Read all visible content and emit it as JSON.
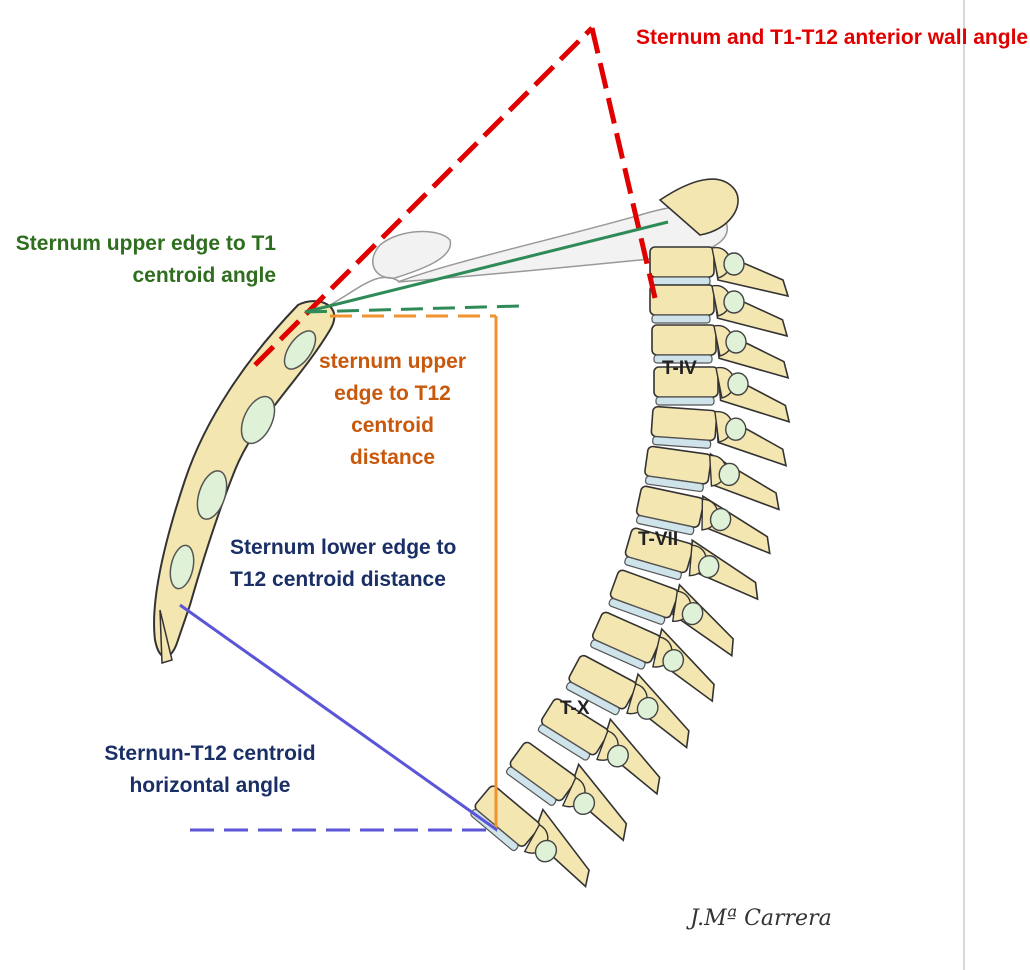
{
  "labels": {
    "anterior_wall_angle": "Sternum and T1-T12 anterior wall angle",
    "upper_edge_t1_angle": "Sternum upper edge to T1 centroid angle",
    "upper_edge_t12_distance": "sternum upper edge to T12 centroid distance",
    "lower_edge_t12_distance": "Sternum lower edge to T12 centroid distance",
    "horizontal_angle": "Sternun-T12 centroid horizontal angle"
  },
  "vertebra_labels": {
    "t4": "T-IV",
    "t7": "T-VII",
    "t10": "T-X"
  },
  "signature": "J.Mª Carrera",
  "colors": {
    "red": "#e00000",
    "green": "#2e8b57",
    "orange": "#f0922e",
    "blue": "#5b55d8",
    "bone": "#f4e6b0",
    "disc": "#cfe3ea",
    "cartilage": "#dff2d8"
  }
}
